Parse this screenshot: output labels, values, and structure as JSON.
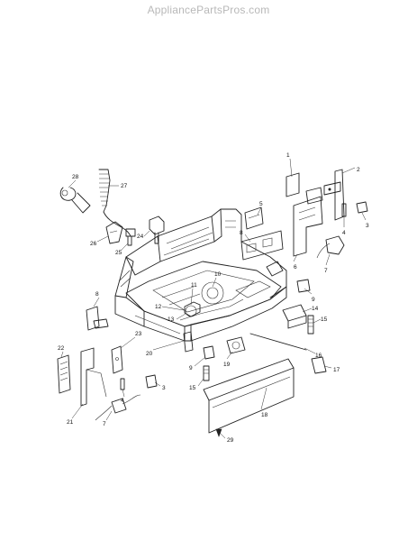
{
  "watermark": "AppliancePartsPros.com",
  "callouts": [
    {
      "id": "c1",
      "label": "1"
    },
    {
      "id": "c2",
      "label": "2"
    },
    {
      "id": "c3a",
      "label": "3"
    },
    {
      "id": "c4a",
      "label": "4"
    },
    {
      "id": "c5",
      "label": "5"
    },
    {
      "id": "c6",
      "label": "6"
    },
    {
      "id": "c7a",
      "label": "7"
    },
    {
      "id": "c8a",
      "label": "8"
    },
    {
      "id": "c9a",
      "label": "9"
    },
    {
      "id": "c10",
      "label": "10"
    },
    {
      "id": "c11",
      "label": "11"
    },
    {
      "id": "c12",
      "label": "12"
    },
    {
      "id": "c13",
      "label": "13"
    },
    {
      "id": "c14",
      "label": "14"
    },
    {
      "id": "c15a",
      "label": "15"
    },
    {
      "id": "c8b",
      "label": "8"
    },
    {
      "id": "c16",
      "label": "16"
    },
    {
      "id": "c17",
      "label": "17"
    },
    {
      "id": "c18",
      "label": "18"
    },
    {
      "id": "c19",
      "label": "19"
    },
    {
      "id": "c20",
      "label": "20"
    },
    {
      "id": "c21",
      "label": "21"
    },
    {
      "id": "c22",
      "label": "22"
    },
    {
      "id": "c23",
      "label": "23"
    },
    {
      "id": "c24",
      "label": "24"
    },
    {
      "id": "c25",
      "label": "25"
    },
    {
      "id": "c26",
      "label": "26"
    },
    {
      "id": "c27",
      "label": "27"
    },
    {
      "id": "c28",
      "label": "28"
    },
    {
      "id": "c29",
      "label": "29"
    },
    {
      "id": "c3b",
      "label": "3"
    },
    {
      "id": "c4b",
      "label": "4"
    },
    {
      "id": "c7b",
      "label": "7"
    },
    {
      "id": "c9b",
      "label": "9"
    },
    {
      "id": "c15b",
      "label": "15"
    }
  ]
}
